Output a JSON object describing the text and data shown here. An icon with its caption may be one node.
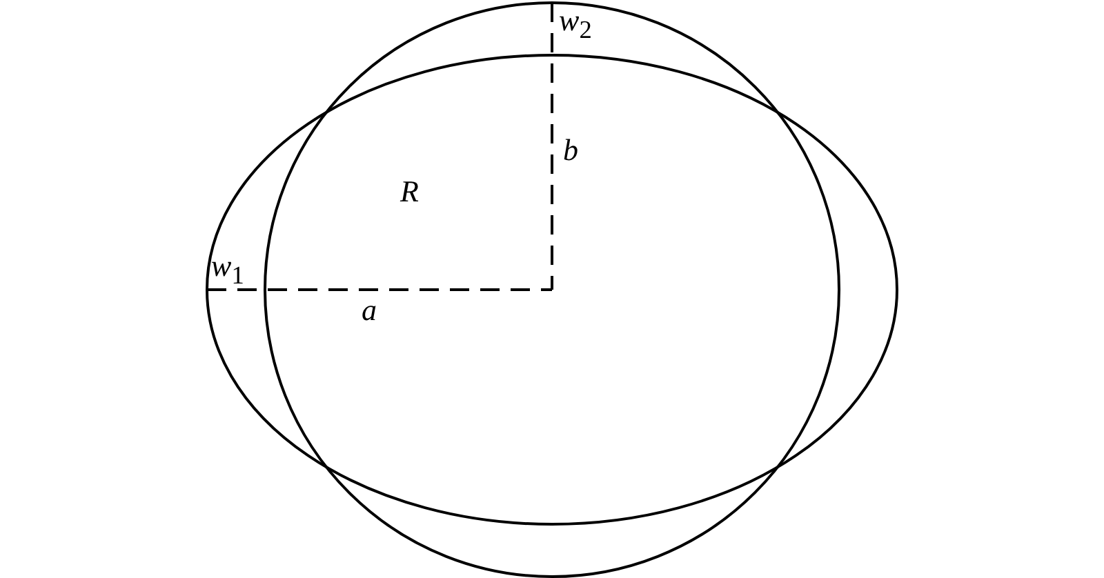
{
  "diagram": {
    "labels": [
      "*w*$_{2}$",
      "b",
      "R",
      "*w*$_{1}$",
      "a"
    ]
  }
}
